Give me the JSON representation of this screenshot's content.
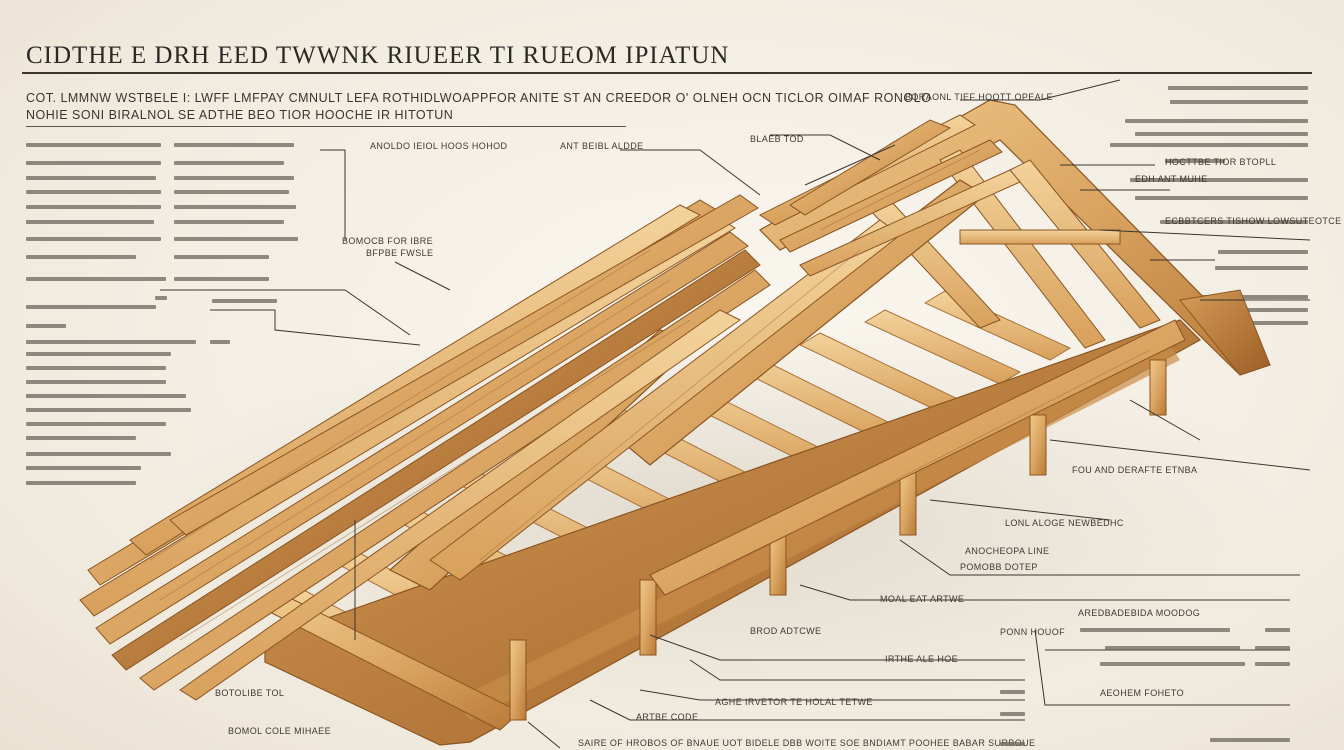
{
  "title": "CIDTHE E DRH EED TWWNK RIUEER TI RUEOM IPIATUN",
  "subtitle": {
    "line1": "COT. LMMNW WSTBELE I: LWFF LMFPAY CMNULT LEFA ROTHIDLWOAPPFOR ANITE ST AN CREEDOR O' OLNEH OCN TICLOR OIMAF RONOLO",
    "line2": "NOHIE SONI BIRALNOL SE ADTHE BEO TIOR HOOCHE IR HITOTUN"
  },
  "callouts": {
    "top_left_a": "ANOLDO IEIOL HOOS HOHOD",
    "top_left_b": "ANT BEIBL ALDDE",
    "mid_left": "BOMOCB FOR IBRE",
    "mid_left_b": "BFPBE FWSLE",
    "ridge": "BLAEB TOD",
    "right_1": "BORAONL TIEF HOOTT OPEALE",
    "right_2": "HOCTTBE TIOR BTOPLL",
    "right_3": "EDH ANT MUHE",
    "right_4": "ECBBTCERS TISHOW LOWSUTEOTCE",
    "right_5": "FOU AND DERAFTE ETNBA",
    "right_6": "LONL ALOGE NEWBEDHC",
    "right_7": "ANOCHEOPA LINE",
    "right_8": "POMOBB DOTEP",
    "mid_right_1": "MOAL EAT ARTWE",
    "mid_right_2": "BROD ADTCWE",
    "mid_right_3": "IRTHE ALE HOE",
    "bottom_1": "AGHE IRVETOR TE HOLAL TETWE",
    "bottom_2": "BOTOLIBE TOL",
    "bottom_3": "BOMOL COLE MIHAEE",
    "bottom_4": "ARTBE CODE",
    "bottom_5": "PONN HOUOF",
    "footer": "SAIRE OF HROBOS OF BNAUE UOT BIDELE DBB WOITE SOE BNDIAMT POOHEE BABAR SURBOUE",
    "bottom_right_a": "AREDBADEBIDA MOODOG",
    "bottom_right_b": "AEOHEM FOHETO"
  },
  "colors": {
    "paper": "#f3eee4",
    "ink": "#2b2826",
    "wood_light": "#e9bd79",
    "wood_mid": "#d49a54",
    "wood_dark": "#a86a2c"
  }
}
